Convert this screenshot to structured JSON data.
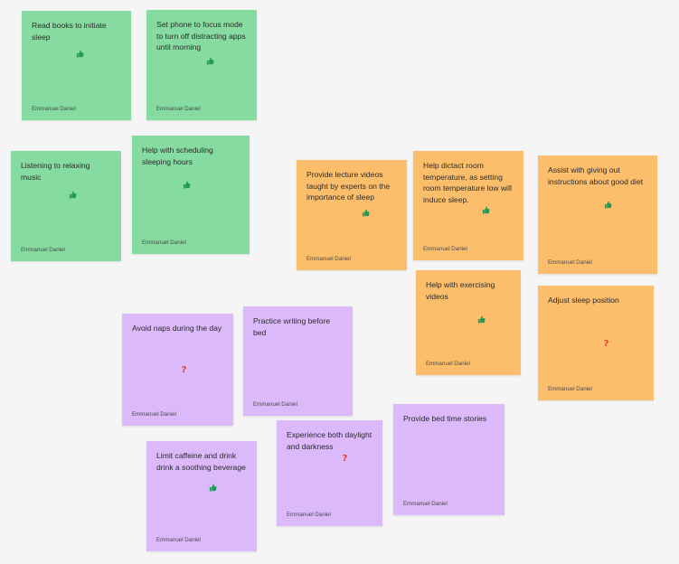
{
  "board": {
    "notes": [
      {
        "color": "green",
        "text": "Read books to initiate sleep",
        "author": "Emmanuel Daniel",
        "reaction": "thumbs-up-icon"
      },
      {
        "color": "green",
        "text": "Set phone to focus mode to turn off distracting apps until morning",
        "author": "Emmanuel Daniel",
        "reaction": "thumbs-up-icon"
      },
      {
        "color": "green",
        "text": "Listening to relaxing music",
        "author": "Emmanuel Daniel",
        "reaction": "thumbs-up-icon"
      },
      {
        "color": "green",
        "text": "Help with scheduling sleeping hours",
        "author": "Emmanuel Daniel",
        "reaction": "thumbs-up-icon"
      },
      {
        "color": "orange",
        "text": "Provide lecture videos taught by experts on the importance of sleep",
        "author": "Emmanuel Daniel",
        "reaction": "thumbs-up-icon"
      },
      {
        "color": "orange",
        "text": "Help dictact room temperature, as setting room temperature low will induce sleep.",
        "author": "Emmanuel Daniel",
        "reaction": "thumbs-up-icon"
      },
      {
        "color": "orange",
        "text": "Assist with giving out instructions about good diet",
        "author": "Emmanuel Daniel",
        "reaction": "thumbs-up-icon"
      },
      {
        "color": "orange",
        "text": "Help with exercising videos",
        "author": "Emmanuel Daniel",
        "reaction": "thumbs-up-icon"
      },
      {
        "color": "orange",
        "text": "Adjust sleep position",
        "author": "Emmanuel Daniel",
        "reaction": "question-mark-icon"
      },
      {
        "color": "purple",
        "text": "Avoid naps during the day",
        "author": "Emmanuel Daniel",
        "reaction": "question-mark-icon"
      },
      {
        "color": "purple",
        "text": "Practice writing before bed",
        "author": "Emmanuel Daniel",
        "reaction": ""
      },
      {
        "color": "purple",
        "text": "Provide bed time stories",
        "author": "Emmanuel Daniel",
        "reaction": ""
      },
      {
        "color": "purple",
        "text": "Experience both daylight and darkness",
        "author": "Emmanuel Daniel",
        "reaction": "question-mark-icon"
      },
      {
        "color": "purple",
        "text": "Limit caffeine and drink drink a soothing beverage",
        "author": "Emmanuel Daniel",
        "reaction": "thumbs-up-icon"
      }
    ],
    "colors": {
      "green": "#86dba0",
      "orange": "#fdbe6c",
      "purple": "#dbb9fb",
      "background": "#f5f5f5"
    },
    "question_glyph": "?"
  }
}
